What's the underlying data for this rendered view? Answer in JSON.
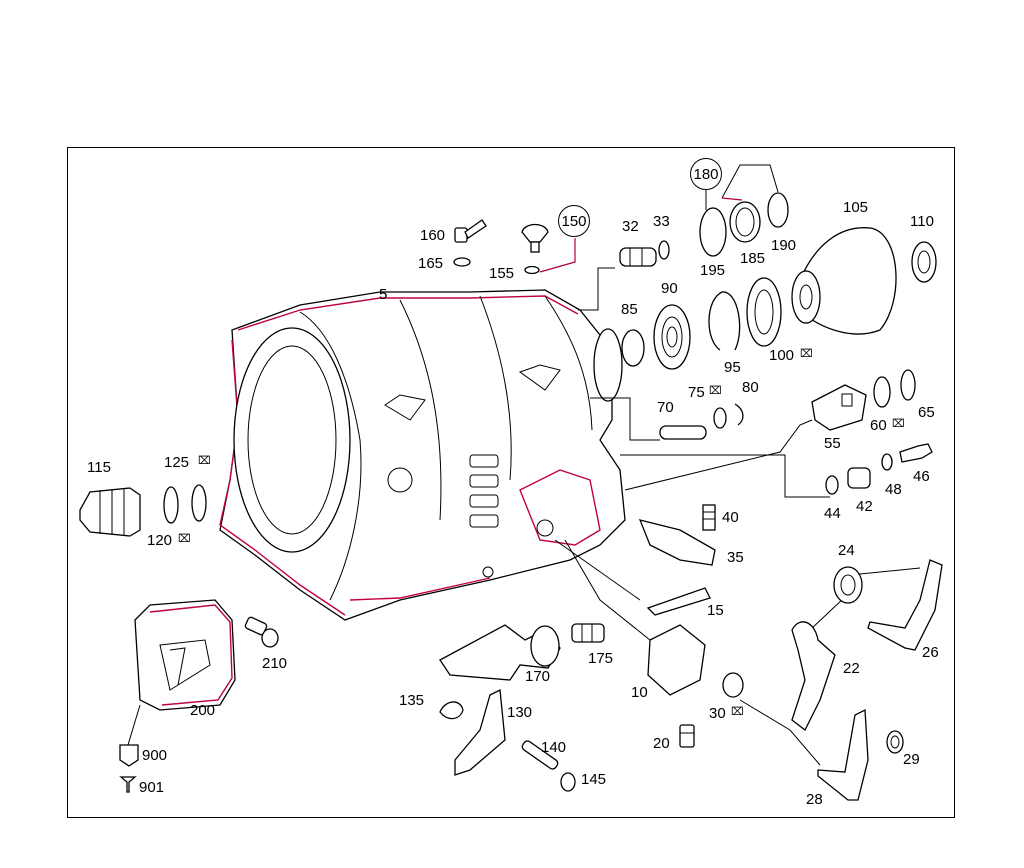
{
  "diagram": {
    "labels": {
      "p5": "5",
      "p10": "10",
      "p15": "15",
      "p20": "20",
      "p22": "22",
      "p24": "24",
      "p26": "26",
      "p28": "28",
      "p29": "29",
      "p30": "30",
      "p32": "32",
      "p33": "33",
      "p35": "35",
      "p40": "40",
      "p42": "42",
      "p44": "44",
      "p46": "46",
      "p48": "48",
      "p55": "55",
      "p60": "60",
      "p65": "65",
      "p70": "70",
      "p75": "75",
      "p80": "80",
      "p85": "85",
      "p90": "90",
      "p95": "95",
      "p100": "100",
      "p105": "105",
      "p110": "110",
      "p115": "115",
      "p120": "120",
      "p125": "125",
      "p130": "130",
      "p135": "135",
      "p140": "140",
      "p145": "145",
      "p150": "150",
      "p155": "155",
      "p160": "160",
      "p165": "165",
      "p170": "170",
      "p175": "175",
      "p180": "180",
      "p185": "185",
      "p190": "190",
      "p195": "195",
      "p200": "200",
      "p210": "210",
      "p900": "900",
      "p901": "901"
    },
    "colors": {
      "line": "#000000",
      "accent": "#c0004a",
      "background": "#ffffff"
    },
    "icons": {
      "one_time_part": "hexagon-cross-icon",
      "part_900": "tag-icon",
      "part_901": "t-pin-icon"
    }
  }
}
